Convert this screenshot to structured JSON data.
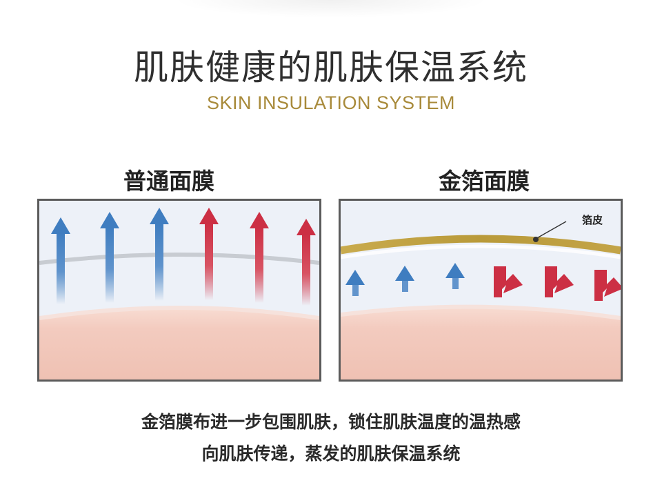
{
  "header": {
    "title": "肌肤健康的肌肤保温系统",
    "subtitle": "SKIN INSULATION SYSTEM"
  },
  "left_panel": {
    "label": "普通面膜"
  },
  "right_panel": {
    "label": "金箔面膜",
    "annotation": "箔皮"
  },
  "caption": {
    "line1": "金箔膜布进一步包围肌肤，锁住肌肤温度的温热感",
    "line2": "向肌肤传递，蒸发的肌肤保温系统"
  },
  "colors": {
    "accent_gold": "#a88a3a",
    "arrow_blue": "#3f7dc0",
    "arrow_red": "#cc2f44",
    "skin": "#f2c9bd",
    "foil": "#b99a3a"
  },
  "icons": [
    "blue-arrow-icon",
    "red-arrow-icon",
    "bent-red-arrow-icon"
  ]
}
